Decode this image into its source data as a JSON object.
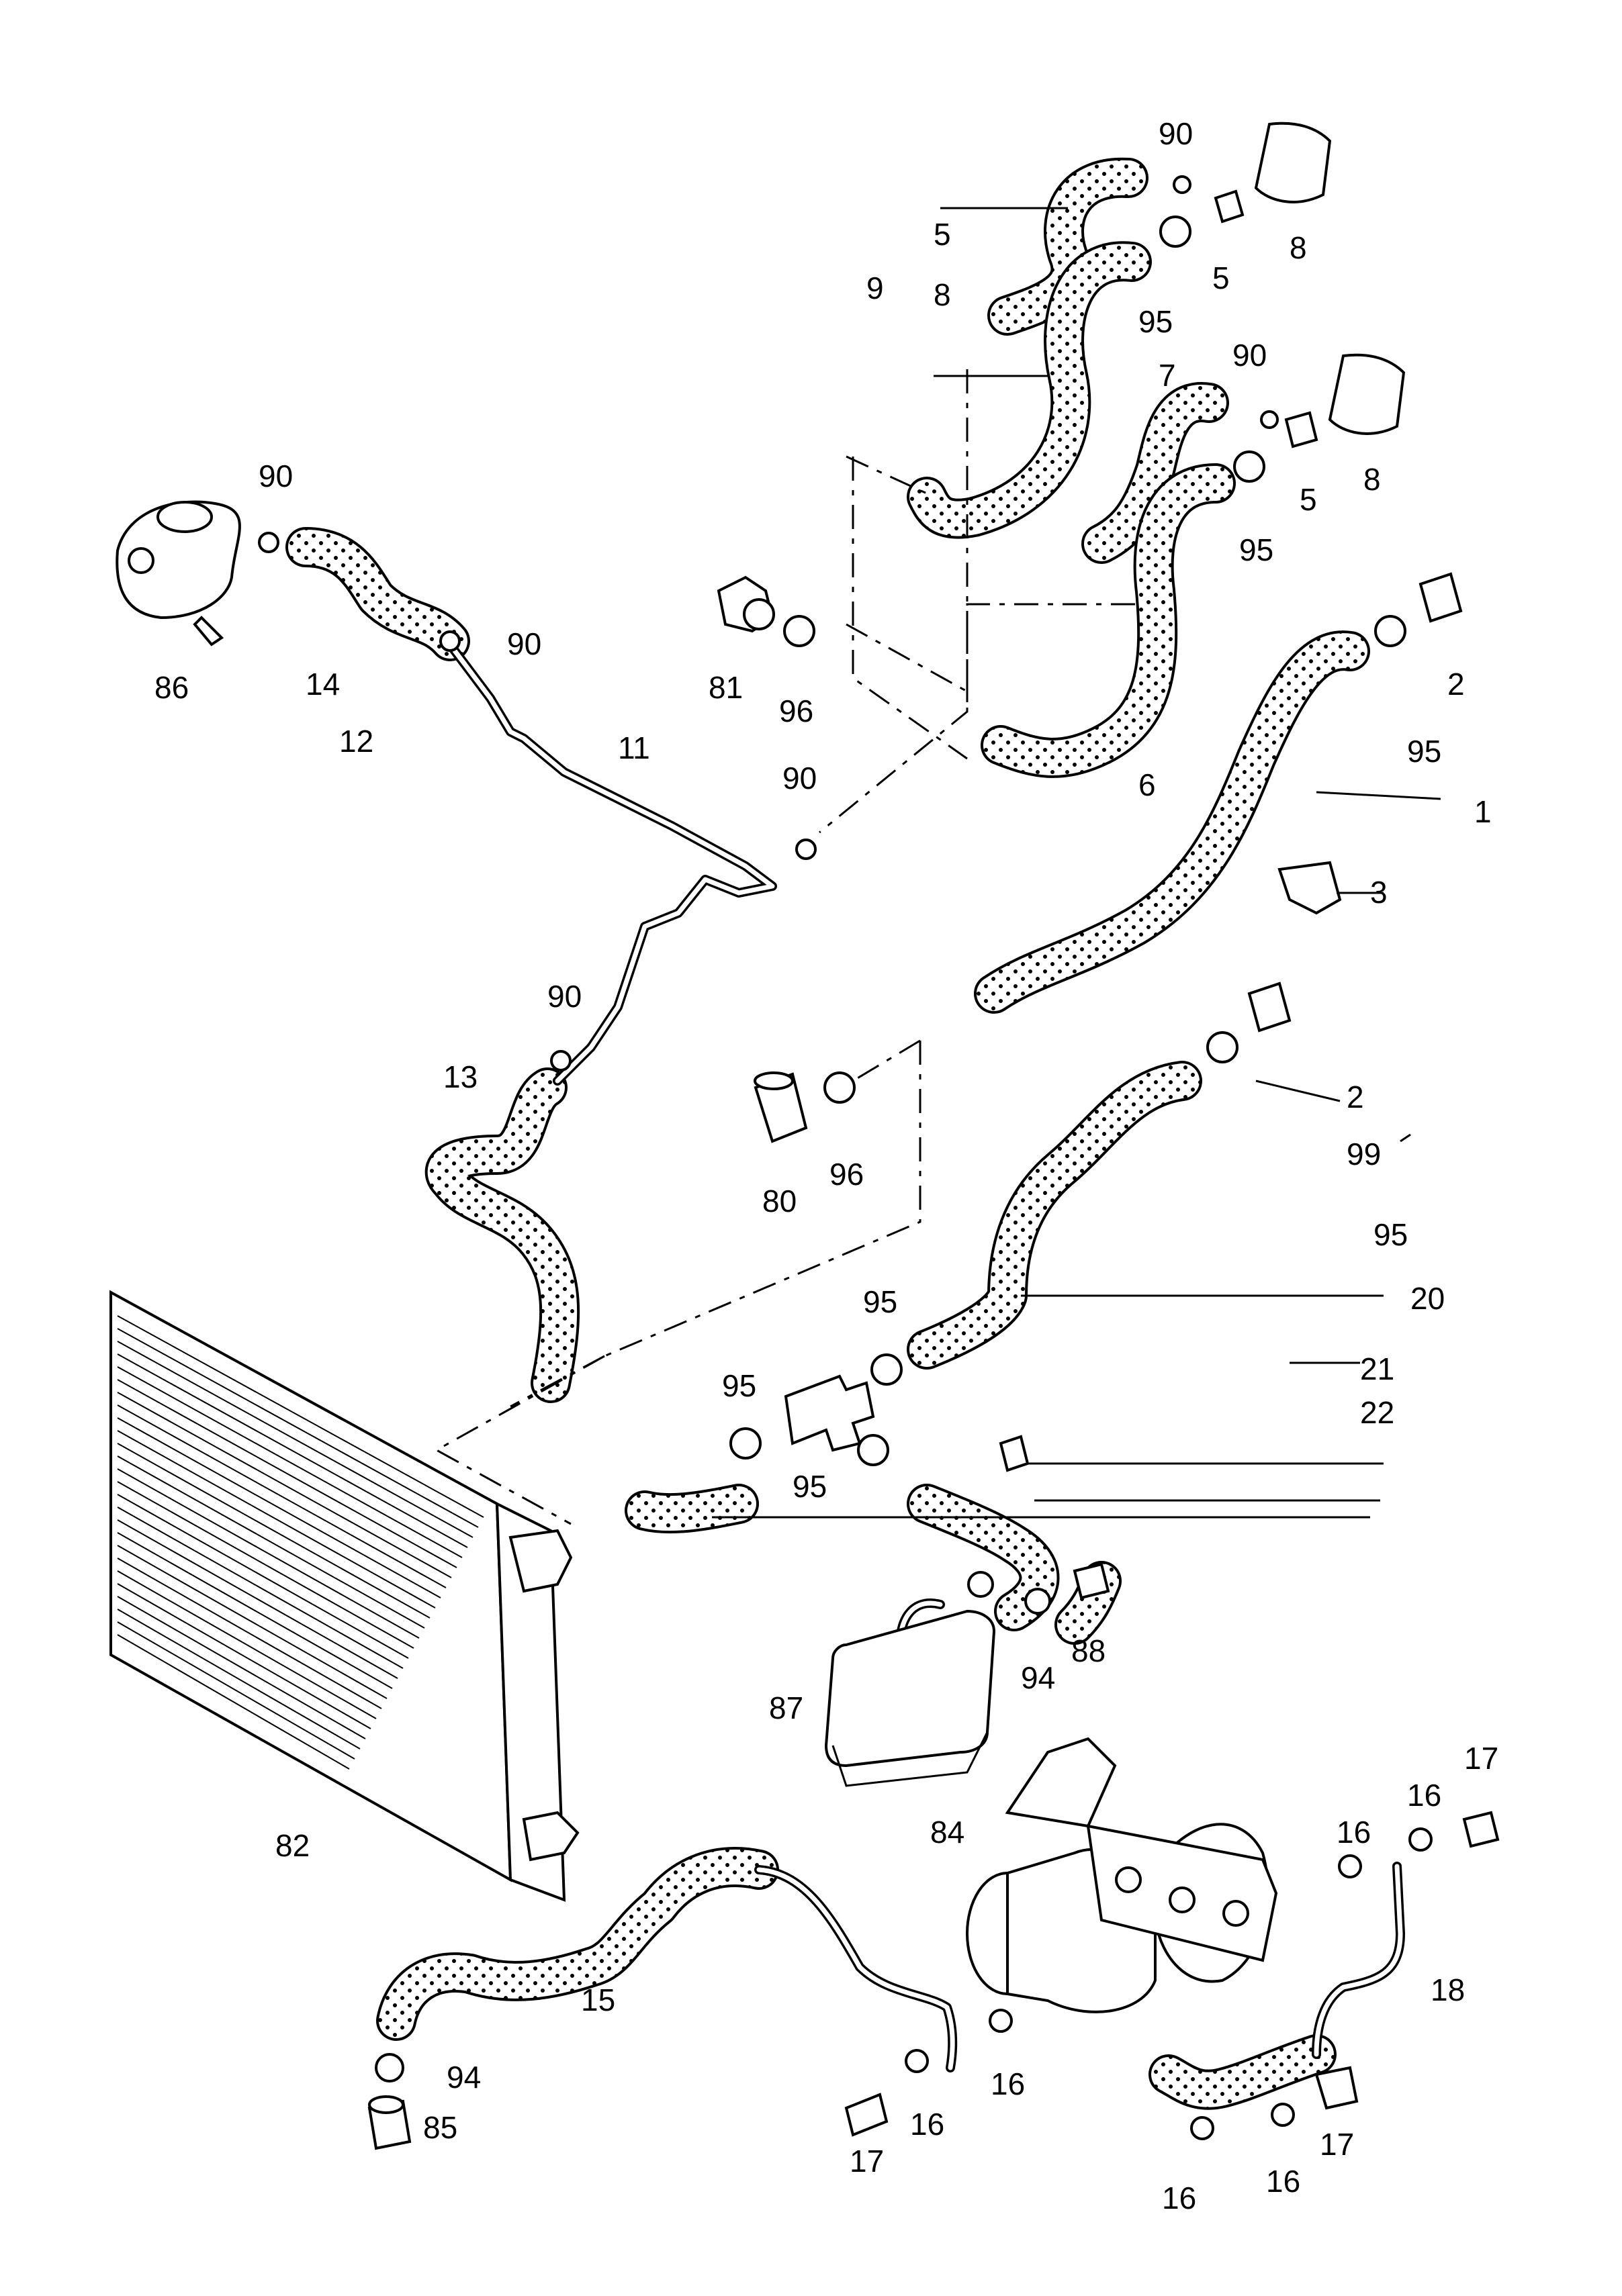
{
  "labels": [
    "1",
    "2",
    "3",
    "5",
    "6",
    "7",
    "8",
    "9",
    "11",
    "12",
    "13",
    "14",
    "15",
    "16",
    "17",
    "18",
    "20",
    "21",
    "22",
    "80",
    "81",
    "82",
    "84",
    "85",
    "86",
    "87",
    "88",
    "90",
    "94",
    "95",
    "96",
    "99"
  ],
  "parts": [
    {
      "id": "p1",
      "text": "1"
    },
    {
      "id": "p2a",
      "text": "2"
    },
    {
      "id": "p2b",
      "text": "2"
    },
    {
      "id": "p3",
      "text": "3"
    },
    {
      "id": "p5a",
      "text": "5"
    },
    {
      "id": "p5b",
      "text": "5"
    },
    {
      "id": "p5c",
      "text": "5"
    },
    {
      "id": "p6",
      "text": "6"
    },
    {
      "id": "p7",
      "text": "7"
    },
    {
      "id": "p8a",
      "text": "8"
    },
    {
      "id": "p8b",
      "text": "8"
    },
    {
      "id": "p8c",
      "text": "8"
    },
    {
      "id": "p9",
      "text": "9"
    },
    {
      "id": "p11",
      "text": "11"
    },
    {
      "id": "p12",
      "text": "12"
    },
    {
      "id": "p13",
      "text": "13"
    },
    {
      "id": "p14",
      "text": "14"
    },
    {
      "id": "p15",
      "text": "15"
    },
    {
      "id": "p16a",
      "text": "16"
    },
    {
      "id": "p16b",
      "text": "16"
    },
    {
      "id": "p16c",
      "text": "16"
    },
    {
      "id": "p16d",
      "text": "16"
    },
    {
      "id": "p16e",
      "text": "16"
    },
    {
      "id": "p16f",
      "text": "16"
    },
    {
      "id": "p17a",
      "text": "17"
    },
    {
      "id": "p17b",
      "text": "17"
    },
    {
      "id": "p17c",
      "text": "17"
    },
    {
      "id": "p18",
      "text": "18"
    },
    {
      "id": "p20",
      "text": "20"
    },
    {
      "id": "p21",
      "text": "21"
    },
    {
      "id": "p22",
      "text": "22"
    },
    {
      "id": "p80",
      "text": "80"
    },
    {
      "id": "p81",
      "text": "81"
    },
    {
      "id": "p82",
      "text": "82"
    },
    {
      "id": "p84",
      "text": "84"
    },
    {
      "id": "p85",
      "text": "85"
    },
    {
      "id": "p86",
      "text": "86"
    },
    {
      "id": "p87",
      "text": "87"
    },
    {
      "id": "p88",
      "text": "88"
    },
    {
      "id": "p90a",
      "text": "90"
    },
    {
      "id": "p90b",
      "text": "90"
    },
    {
      "id": "p90c",
      "text": "90"
    },
    {
      "id": "p90d",
      "text": "90"
    },
    {
      "id": "p90e",
      "text": "90"
    },
    {
      "id": "p90f",
      "text": "90"
    },
    {
      "id": "p94a",
      "text": "94"
    },
    {
      "id": "p94b",
      "text": "94"
    },
    {
      "id": "p95a",
      "text": "95"
    },
    {
      "id": "p95b",
      "text": "95"
    },
    {
      "id": "p95c",
      "text": "95"
    },
    {
      "id": "p95d",
      "text": "95"
    },
    {
      "id": "p95e",
      "text": "95"
    },
    {
      "id": "p95f",
      "text": "95"
    },
    {
      "id": "p95g",
      "text": "95"
    },
    {
      "id": "p96a",
      "text": "96"
    },
    {
      "id": "p96b",
      "text": "96"
    },
    {
      "id": "p99",
      "text": "99"
    }
  ]
}
